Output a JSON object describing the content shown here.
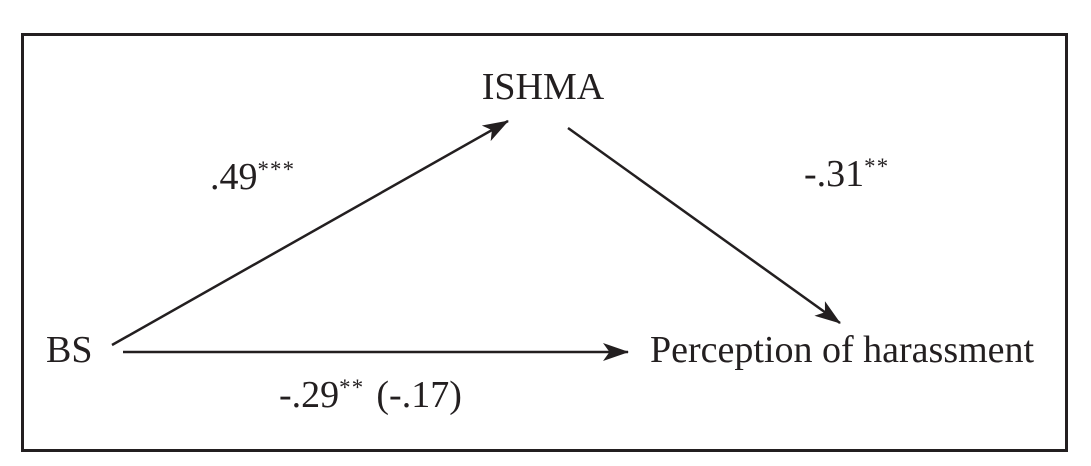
{
  "figure": {
    "background": "#ffffff",
    "ink": "#231f20",
    "nodes": {
      "predictor": {
        "label": "BS"
      },
      "mediator": {
        "label": "ISHMA"
      },
      "outcome": {
        "label": "Perception of harassment"
      }
    },
    "paths": {
      "predictor_to_mediator": {
        "coefficient": ".49",
        "stars": "***"
      },
      "mediator_to_outcome": {
        "coefficient": "-.31",
        "stars": "**"
      },
      "predictor_to_outcome": {
        "coefficient": "-.29",
        "stars": "**",
        "indirect": "(-.17)"
      }
    }
  }
}
